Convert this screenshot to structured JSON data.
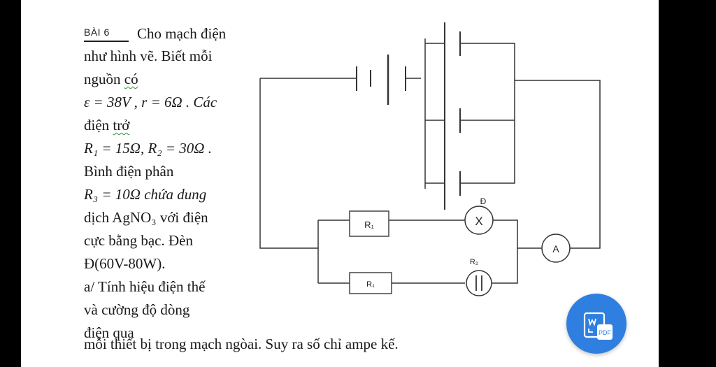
{
  "problem": {
    "label": "BÀI 6",
    "line1": "Cho mạch điện",
    "line2": "như hình vẽ. Biết mỗi",
    "line3a": "nguồn ",
    "line3b": "có",
    "line4": "ε = 38V , r = 6Ω . Các",
    "line5a": "điện ",
    "line5b": "trở",
    "line6": "R₁ = 15Ω, R₂ = 30Ω .",
    "line7": "Bình điện phân",
    "line8": "R₃ = 10Ω chứa dung",
    "line9": "dịch AgNO₃ với điện",
    "line10": "cực bằng bạc. Đèn",
    "line11": "Đ(60V-80W).",
    "line12": "a/ Tính hiệu điện thế",
    "line13": "và cường độ dòng",
    "line14": "điện qua",
    "line15": "mỗi thiết bị trong mạch ngòai. Suy ra số chỉ ampe kế."
  },
  "circuit": {
    "r1_label": "R₁",
    "r_bottom_label": "R₁",
    "lamp_label": "Đ",
    "lamp_symbol": "X",
    "electrolytic_label": "R₂",
    "ammeter_label": "A"
  },
  "fab": {
    "icon": "pdf-convert-icon",
    "text": "PDF",
    "color": "#2f7fe0"
  }
}
